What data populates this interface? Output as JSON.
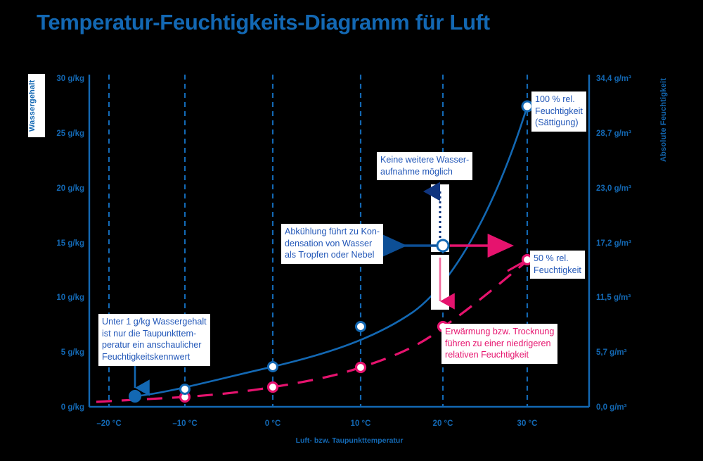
{
  "title": "Temperatur-Feuchtigkeits-Diagramm für Luft",
  "colors": {
    "background": "#000000",
    "blue": "#1368b3",
    "dark_blue": "#0d4f96",
    "navy": "#10357f",
    "pink": "#e6136e",
    "pink_light": "#f06a9c",
    "note_text_blue": "#2257b8",
    "white": "#ffffff"
  },
  "axes": {
    "left_title": "Wassergehalt",
    "right_title": "Absolute Feuchtigkeit",
    "x_title": "Luft- bzw. Taupunkttemperatur",
    "y_left_ticks": [
      "0 g/kg",
      "5 g/kg",
      "10 g/kg",
      "15 g/kg",
      "20 g/kg",
      "25 g/kg",
      "30 g/kg"
    ],
    "y_right_ticks": [
      "0,0 g/m³",
      "5,7 g/m³",
      "11,5 g/m³",
      "17,2 g/m³",
      "23,0 g/m³",
      "28,7 g/m³",
      "34,4 g/m³"
    ],
    "x_ticks": [
      "–20 °C",
      "–10 °C",
      "0 °C",
      "10 °C",
      "20 °C",
      "30 °C"
    ]
  },
  "notes": {
    "saturation": "100 % rel.\nFeuchtigkeit\n(Sättigung)",
    "no_more_water": "Keine weitere Wasser-\naufnahme möglich",
    "cooling": "Abkühlung führt zu Kon-\ndensation von Wasser\nals Tropfen oder Nebel",
    "under_one": "Unter 1 g/kg Wassergehalt\nist nur die Taupunkttem-\nperatur ein anschaulicher\nFeuchtigkeitskennwert",
    "fifty_percent": "50 % rel.\nFeuchtigkeit",
    "warming": "Erwärmung bzw. Trocknung\nführen zu einer niedrigeren\nrelativen Feuchtigkeit"
  },
  "chart_data": {
    "type": "line",
    "title": "Temperatur-Feuchtigkeits-Diagramm für Luft",
    "xlabel": "Luft- bzw. Taupunkttemperatur",
    "ylabel": "Wassergehalt",
    "ylabel_right": "Absolute Feuchtigkeit",
    "xlim": [
      -20,
      34
    ],
    "ylim": [
      0,
      30
    ],
    "ylim_right": [
      0.0,
      34.4
    ],
    "xtick_values": [
      -20,
      -10,
      0,
      10,
      20,
      30
    ],
    "ytick_values": [
      0,
      5,
      10,
      15,
      20,
      25,
      30
    ],
    "ytick_right_values": [
      0.0,
      5.7,
      11.5,
      17.2,
      23.0,
      28.7,
      34.4
    ],
    "grid": "vertical dashed gridlines at each x tick",
    "legend": "inline annotations (no legend box)",
    "series": [
      {
        "name": "100 % rel. Feuchtigkeit (Sättigung)",
        "color": "#1368b3",
        "style": "solid",
        "x": [
          -17,
          -10,
          0,
          10,
          20,
          30
        ],
        "values": [
          1.0,
          1.6,
          3.7,
          7.4,
          14.7,
          27.0
        ],
        "markers": [
          {
            "x": -17,
            "y": 1.0,
            "filled": true
          },
          {
            "x": -10,
            "y": 1.6,
            "filled": false
          },
          {
            "x": 0,
            "y": 3.7,
            "filled": false
          },
          {
            "x": 10,
            "y": 7.4,
            "filled": false
          },
          {
            "x": 20,
            "y": 14.7,
            "filled": false
          },
          {
            "x": 30,
            "y": 27.0,
            "filled": false
          }
        ]
      },
      {
        "name": "50 % rel. Feuchtigkeit",
        "color": "#e6136e",
        "style": "dashed",
        "x": [
          -19,
          -10,
          0,
          10,
          20,
          30
        ],
        "values": [
          0.5,
          0.9,
          1.8,
          3.7,
          7.3,
          13.5
        ],
        "markers": [
          {
            "x": -10,
            "y": 0.9,
            "filled": false
          },
          {
            "x": 0,
            "y": 1.8,
            "filled": false
          },
          {
            "x": 10,
            "y": 3.7,
            "filled": false
          },
          {
            "x": 20,
            "y": 7.3,
            "filled": false
          },
          {
            "x": 30,
            "y": 13.5,
            "filled": false
          }
        ]
      }
    ],
    "annotations": [
      {
        "text": "100 % rel. Feuchtigkeit (Sättigung)",
        "at": [
          30,
          27.0
        ]
      },
      {
        "text": "Keine weitere Wasseraufnahme möglich",
        "at": [
          20,
          20.0
        ],
        "arrow": "up"
      },
      {
        "text": "Abkühlung führt zu Kondensation von Wasser als Tropfen oder Nebel",
        "at": [
          20,
          14.7
        ],
        "arrow": "left"
      },
      {
        "text": "Erwärmung bzw. Trocknung führen zu einer niedrigeren relativen Feuchtigkeit",
        "at": [
          20,
          14.7
        ],
        "arrow": "right"
      },
      {
        "text": "Unter 1 g/kg Wassergehalt ist nur die Taupunkttemperatur ein anschaulicher Feuchtigkeitskennwert",
        "at": [
          -17,
          1.0
        ],
        "arrow": "down"
      },
      {
        "text": "50 % rel. Feuchtigkeit",
        "at": [
          30,
          13.5
        ]
      },
      {
        "text": "down arrow from saturation point to 50 % point at 20 °C",
        "at": [
          20,
          10.0
        ],
        "arrow": "down"
      }
    ]
  }
}
